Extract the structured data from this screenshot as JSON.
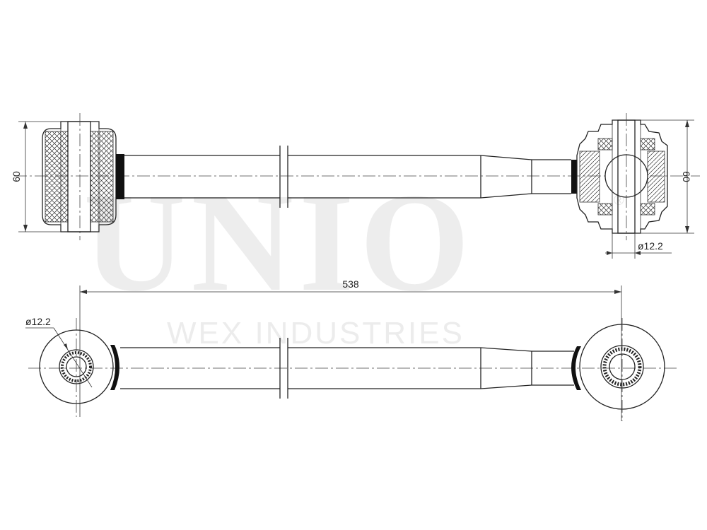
{
  "watermark": {
    "brand": "UNIO",
    "registered_mark": "®",
    "company": "WEX INDUSTRIES"
  },
  "dimensions": {
    "height_left": "60",
    "height_right": "60",
    "overall_length": "538",
    "bore_top": "ø12.2",
    "bore_bottom": "ø12.2"
  },
  "colors": {
    "line": "#222222",
    "watermark": "#ededed"
  }
}
